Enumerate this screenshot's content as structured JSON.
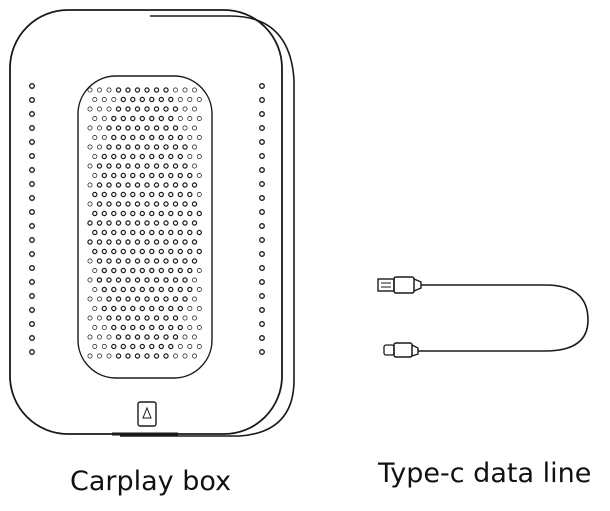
{
  "products": [
    {
      "name": "carplay-box",
      "label": "Carplay box"
    },
    {
      "name": "type-c-data-line",
      "label": "Type-c data line"
    }
  ],
  "colors": {
    "line": "#1a1a1a",
    "background": "#ffffff"
  }
}
